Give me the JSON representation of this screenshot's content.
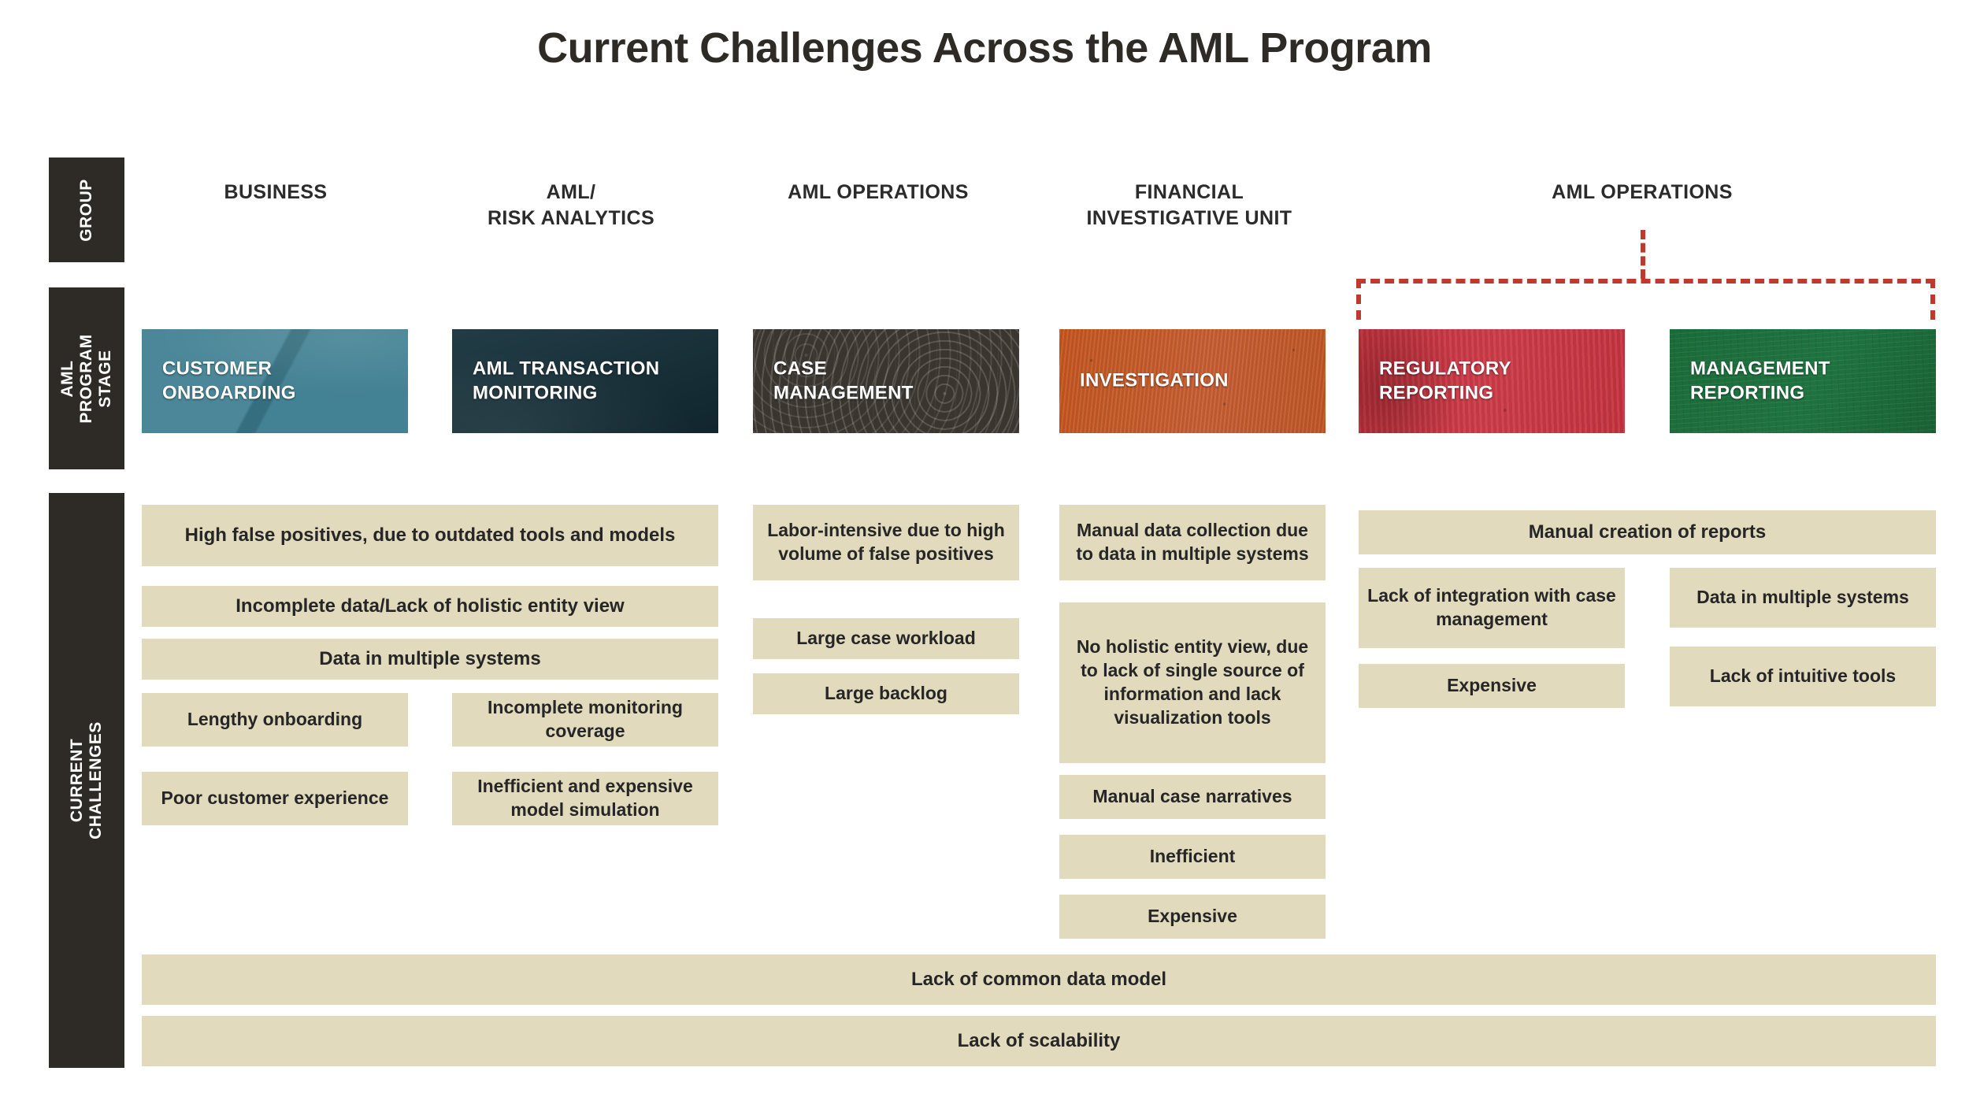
{
  "title": "Current Challenges Across the AML Program",
  "colors": {
    "rail": "#2e2b26",
    "challenge_box": "#e2dabd",
    "bracket": "#c0392b",
    "onboarding": "#3d7e91",
    "monitoring": "#16323c",
    "case_management": "#3a352f",
    "investigation": "#c4561f",
    "regulatory_reporting": "#c4303c",
    "management_reporting": "#1b6b39"
  },
  "rails": [
    {
      "key": "group",
      "label": "GROUP"
    },
    {
      "key": "stage",
      "label": "AML PROGRAM\nSTAGE"
    },
    {
      "key": "challenges",
      "label": "CURRENT\nCHALLENGES"
    }
  ],
  "group_headers": [
    {
      "label": "BUSINESS"
    },
    {
      "label": "AML/\nRISK ANALYTICS"
    },
    {
      "label": "AML OPERATIONS"
    },
    {
      "label": "FINANCIAL\nINVESTIGATIVE UNIT"
    },
    {
      "label": "AML OPERATIONS"
    }
  ],
  "stages": [
    {
      "key": "onboarding",
      "label": "CUSTOMER\nONBOARDING"
    },
    {
      "key": "monitoring",
      "label": "AML TRANSACTION\nMONITORING"
    },
    {
      "key": "casemgmt",
      "label": "CASE\nMANAGEMENT"
    },
    {
      "key": "investigation",
      "label": "INVESTIGATION"
    },
    {
      "key": "regreporting",
      "label": "REGULATORY\nREPORTING"
    },
    {
      "key": "mgmtreporting",
      "label": "MANAGEMENT\nREPORTING"
    }
  ],
  "challenges": {
    "shared_business_aml": [
      "High false positives, due to outdated tools and models",
      "Incomplete data/Lack of holistic entity view",
      "Data in multiple systems"
    ],
    "business": [
      "Lengthy onboarding",
      "Poor customer experience"
    ],
    "aml_risk_analytics": [
      "Incomplete monitoring coverage",
      "Inefficient and expensive model simulation"
    ],
    "aml_operations": [
      "Labor-intensive due to high volume of false positives",
      "Large case workload",
      "Large backlog"
    ],
    "financial_investigative_unit": [
      "Manual data collection due to data in multiple systems",
      "No holistic entity view, due to lack of single source of information and lack visualization tools",
      "Manual case narratives",
      "Inefficient",
      "Expensive"
    ],
    "reporting_shared": [
      "Manual creation of reports"
    ],
    "regulatory_reporting": [
      "Lack of integration with case management",
      "Expensive"
    ],
    "management_reporting": [
      "Data in multiple systems",
      "Lack of intuitive tools"
    ],
    "cross_cutting": [
      "Lack of common data model",
      "Lack of scalability"
    ]
  }
}
